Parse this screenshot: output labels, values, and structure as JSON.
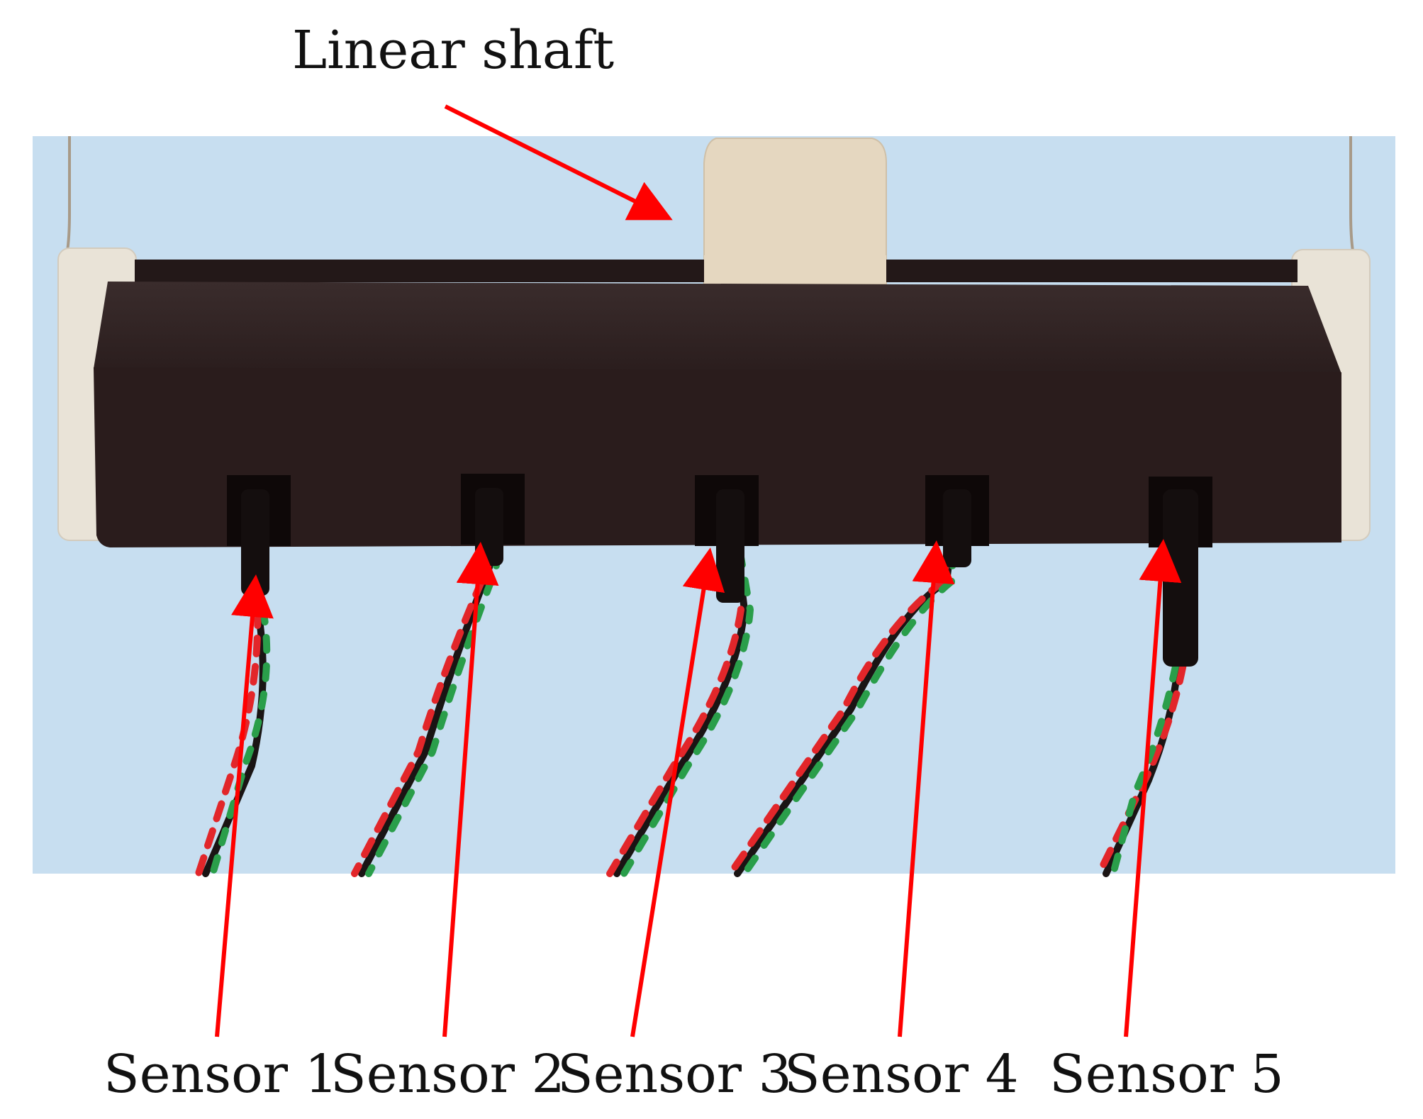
{
  "annotations": {
    "shaft_label": "Linear shaft",
    "sensor_labels": [
      "Sensor 1",
      "Sensor 2",
      "Sensor 3",
      "Sensor 4",
      "Sensor 5"
    ]
  },
  "colors": {
    "arrow": "#ff0000",
    "background": "#c7def0",
    "housing": "#2c1f1f",
    "end_cap": "#e9e3d7",
    "shaft": "#e5d7c0",
    "wire_red": "#e2262a",
    "wire_green": "#2a9e4a",
    "wire_black": "#1a1414"
  },
  "photo_subject": "sensor-array-housing"
}
